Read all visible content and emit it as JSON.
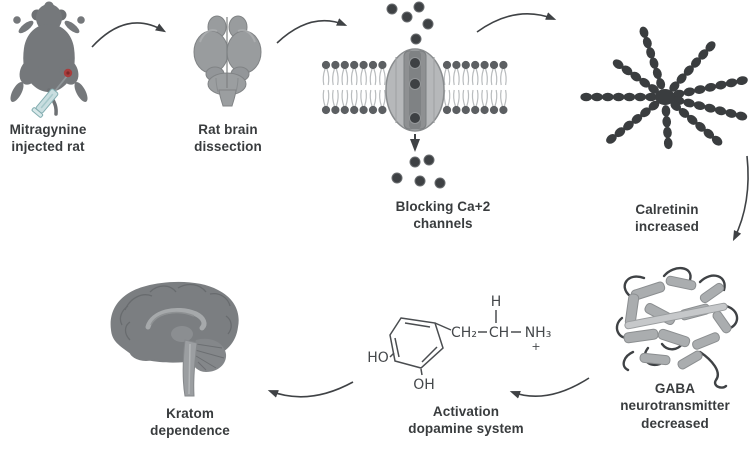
{
  "figure": {
    "labels": {
      "injected_rat": "Mitragynine\ninjected rat",
      "brain_dissection": "Rat brain\ndissection",
      "blocking_channels": "Blocking Ca+2\nchannels",
      "calretinin": "Calretinin\nincreased",
      "gaba": "GABA\nneurotransmitter\ndecreased",
      "dopamine_system": "Activation\ndopamine system",
      "kratom": "Kratom\ndependence"
    },
    "molecule": {
      "ho": "HO",
      "oh": "OH",
      "h": "H",
      "ch2": "CH₂",
      "ch": "CH",
      "nh3": "NH₃",
      "plus": "+"
    },
    "colors": {
      "text": "#393c3e",
      "arrow": "#3f4245",
      "illustration_gray": "#8a8d90",
      "membrane_head": "#5c5f62",
      "ion_dot": "#3e4144",
      "calretinin_bead": "#3a3d3f",
      "syringe_teal": "#c9dee0",
      "injection_red": "#a93c3c"
    }
  }
}
